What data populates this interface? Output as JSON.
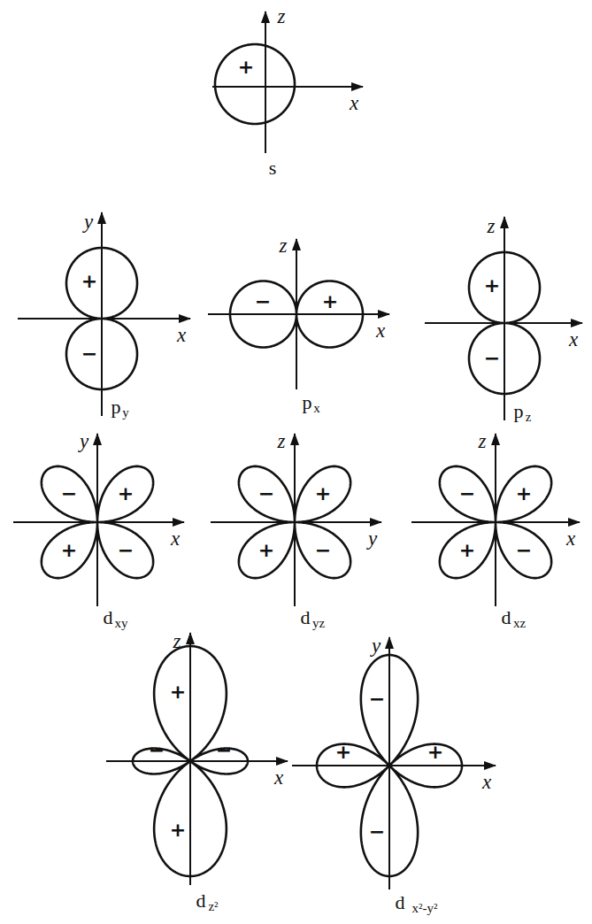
{
  "diagram": {
    "labels": [
      "z",
      "+",
      "x",
      "s",
      "y",
      "+",
      "x",
      "−",
      "p",
      "y",
      "z",
      "−",
      "+",
      "x",
      "p",
      "x",
      "z",
      "+",
      "x",
      "−",
      "p",
      "z",
      "y",
      "−",
      "+",
      "x",
      "+",
      "−",
      "d",
      "xy",
      "z",
      "−",
      "+",
      "y",
      "+",
      "−",
      "d",
      "yz",
      "z",
      "−",
      "+",
      "x",
      "+",
      "−",
      "d",
      "xz",
      "z",
      "+",
      "−",
      "−",
      "x",
      "+",
      "d",
      "z²",
      "y",
      "−",
      "+",
      "+",
      "x",
      "−",
      "d",
      "x²-y²"
    ]
  }
}
